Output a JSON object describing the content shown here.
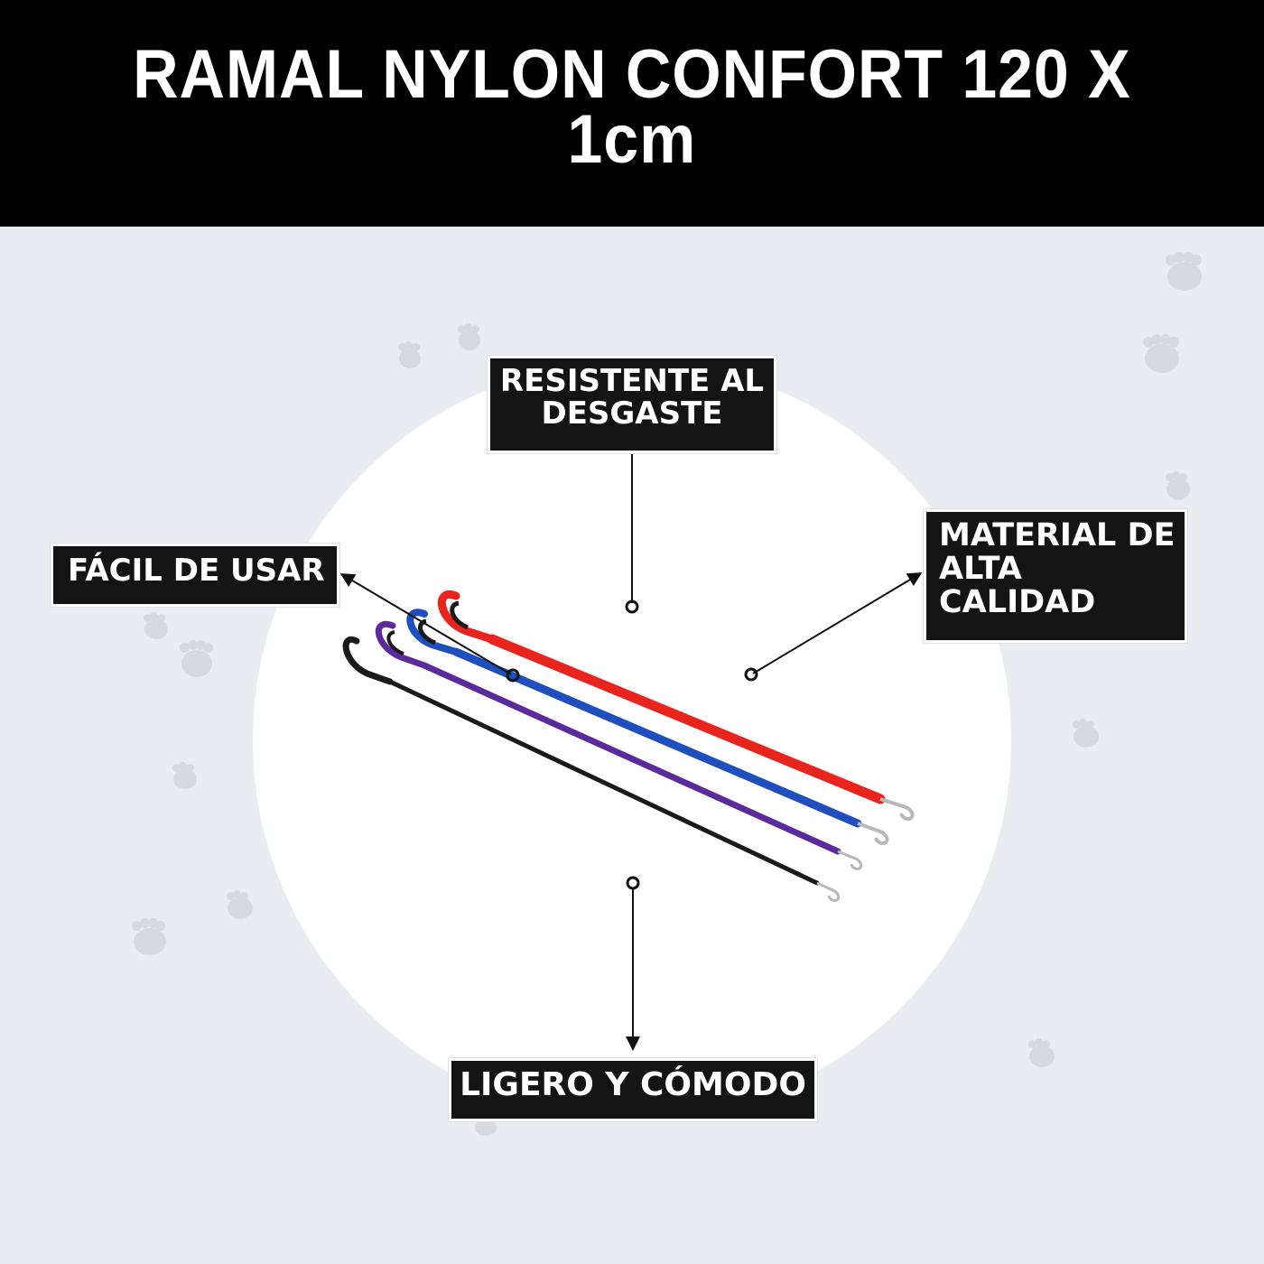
{
  "header": {
    "title_line1": "RAMAL NYLON CONFORT 120 X",
    "title_line2": "1cm",
    "background": "#000000"
  },
  "product": {
    "name": "Ramal nylon confort",
    "leash_colors": [
      {
        "name": "red",
        "hex": "#e8241c"
      },
      {
        "name": "blue",
        "hex": "#1f4fbf"
      },
      {
        "name": "purple",
        "hex": "#5b2a9c"
      },
      {
        "name": "black",
        "hex": "#1a1a1a"
      }
    ]
  },
  "callouts": {
    "top": {
      "line1": "RESISTENTE AL",
      "line2": "DESGASTE"
    },
    "left": {
      "line1": "FÁCIL DE USAR"
    },
    "right": {
      "line1": "MATERIAL DE",
      "line2": "ALTA",
      "line3": "CALIDAD"
    },
    "bottom": {
      "line1": "LIGERO Y CÓMODO"
    }
  },
  "colors": {
    "background": "#e9ecf1",
    "circle": "#ffffff",
    "paw": "#d7d9de",
    "label_bg": "#141414",
    "label_text": "#ffffff"
  }
}
